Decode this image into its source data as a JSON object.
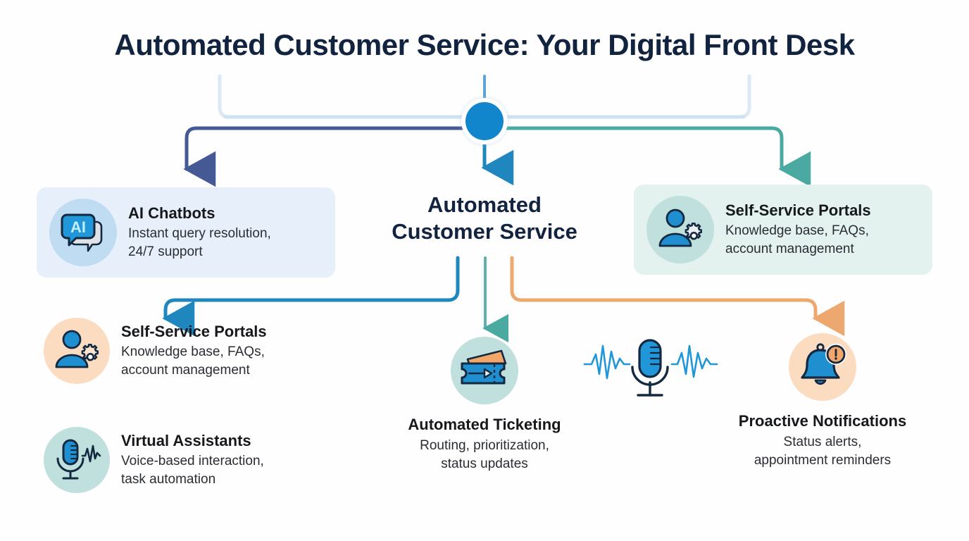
{
  "title": "Automated Customer Service: Your Digital Front Desk",
  "hub": {
    "name": "central-hub-node",
    "color": "#1186cd"
  },
  "center": {
    "label": "Automated\nCustomer Service"
  },
  "colors": {
    "title": "#12233f",
    "hub": "#1186cd",
    "connector_navy": "#455a94",
    "connector_teal": "#4aa9a1",
    "connector_blue": "#1f87bd",
    "connector_orange": "#eda86f",
    "connector_faint": "#d6e6f2",
    "card_blue_bg": "#e7f0fa",
    "card_teal_bg": "#e3f1ef",
    "icon_blue_bg": "#bfdcf2",
    "icon_teal_bg": "#bfe0dd",
    "icon_peach_bg": "#fbdcc0",
    "icon_accent_blue": "#1f8fd0",
    "icon_accent_orange": "#f3a66a",
    "icon_outline": "#14283f"
  },
  "cards": [
    {
      "id": "ai-chatbots",
      "title": "AI Chatbots",
      "desc": "Instant query resolution,\n24/7 support",
      "icon": "ai-chat-bubble-icon",
      "icon_label": "AI"
    },
    {
      "id": "self-service-portals-right",
      "title": "Self-Service Portals",
      "desc": "Knowledge base, FAQs,\naccount management",
      "icon": "user-gear-icon"
    }
  ],
  "items": [
    {
      "id": "self-service-portals-left",
      "title": "Self-Service Portals",
      "desc": "Knowledge base, FAQs,\naccount management",
      "icon": "user-gear-icon"
    },
    {
      "id": "virtual-assistants",
      "title": "Virtual Assistants",
      "desc": "Voice-based interaction,\ntask automation",
      "icon": "microphone-waveform-icon"
    },
    {
      "id": "automated-ticketing",
      "title": "Automated Ticketing",
      "desc": "Routing, prioritization,\nstatus updates",
      "icon": "ticket-arrow-icon"
    },
    {
      "id": "proactive-notifications",
      "title": "Proactive Notifications",
      "desc": "Status alerts,\nappointment reminders",
      "icon": "bell-alert-icon"
    }
  ],
  "decor": {
    "microphone": "microphone-waveform-decoration"
  }
}
